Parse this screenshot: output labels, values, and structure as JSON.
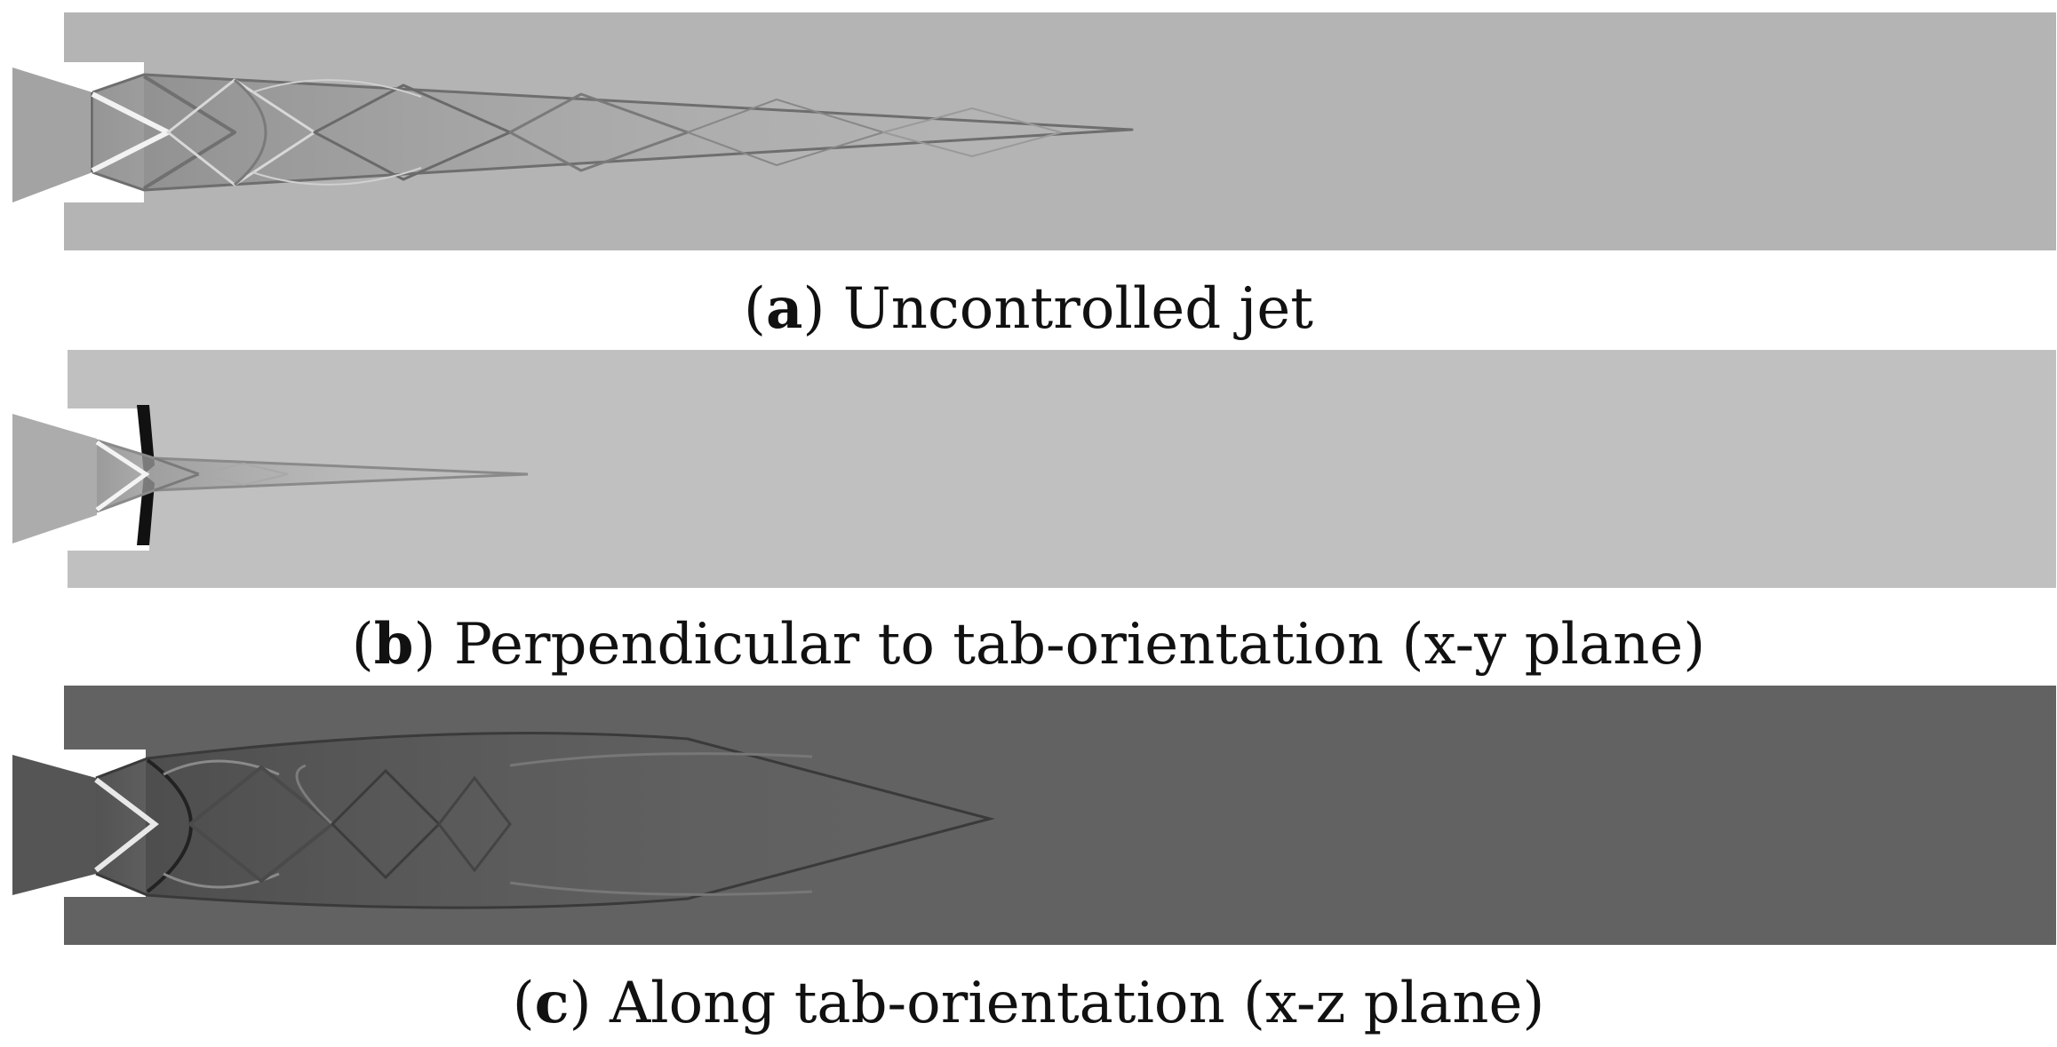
{
  "figure": {
    "panels": [
      {
        "id": "a",
        "caption_label": "a",
        "caption_text": " Uncontrolled jet",
        "background_color": "#b4b4b4"
      },
      {
        "id": "b",
        "caption_label": "b",
        "caption_text": " Perpendicular to tab-orientation (x-y plane)",
        "background_color": "#c0c0c0"
      },
      {
        "id": "c",
        "caption_label": "c",
        "caption_text": " Along tab-orientation (x-z plane)",
        "background_color": "#626262"
      }
    ]
  }
}
